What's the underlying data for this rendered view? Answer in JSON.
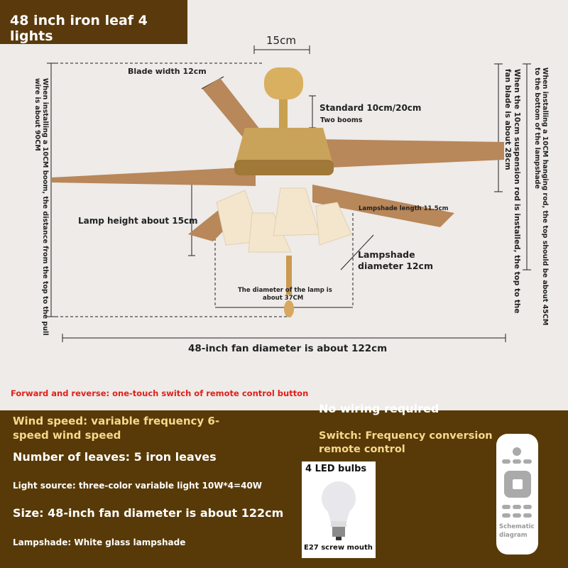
{
  "title": "48 inch iron leaf 4 lights",
  "dimensions": {
    "top_width": "15cm",
    "blade_width": "Blade width 12cm",
    "downrod": "Standard 10cm/20cm",
    "downrod_sub": "Two booms",
    "lamp_height": "Lamp height about 15cm",
    "lampshade_length": "Lampshade length 11.5cm",
    "lampshade_diameter_1": "Lampshade",
    "lampshade_diameter_2": "diameter 12cm",
    "lamp_diameter_1": "The diameter of the lamp is",
    "lamp_diameter_2": "about 37CM",
    "fan_diameter": "48-inch fan diameter is about 122cm",
    "left_vertical_1": "When installing a 10CM boom, the distance from the top to the pull",
    "left_vertical_2": "wire is about 90CM",
    "right_vertical_1": "When installing a 10CM hanging rod, the top should be about 45CM",
    "right_vertical_2": "to the bottom of the lampshade",
    "right_vertical_3": "When the 10cm suspension rod is installed, the top to the",
    "right_vertical_4": "fan blade is about 28cm"
  },
  "remote_note": "Forward and reverse: one-touch switch of remote control button",
  "no_wiring": "No wiring required",
  "features": {
    "wind_speed": "Wind speed: variable frequency 6-",
    "wind_speed_2": "speed wind speed",
    "leaves": "Number of leaves: 5 iron leaves",
    "light_source": "Light source: three-color variable light 10W*4=40W",
    "size": "Size: 48-inch fan diameter is about 122cm",
    "lampshade": "Lampshade: White glass lampshade",
    "switch_1": "Switch: Frequency conversion",
    "switch_2": "remote control"
  },
  "bulb": {
    "title": "4 LED bulbs",
    "caption": "E27 screw mouth"
  },
  "remote": {
    "caption_1": "Schematic",
    "caption_2": "diagram"
  },
  "colors": {
    "brown": "#583a08",
    "red_note": "#e0201a",
    "yellow": "#f6d98c"
  }
}
